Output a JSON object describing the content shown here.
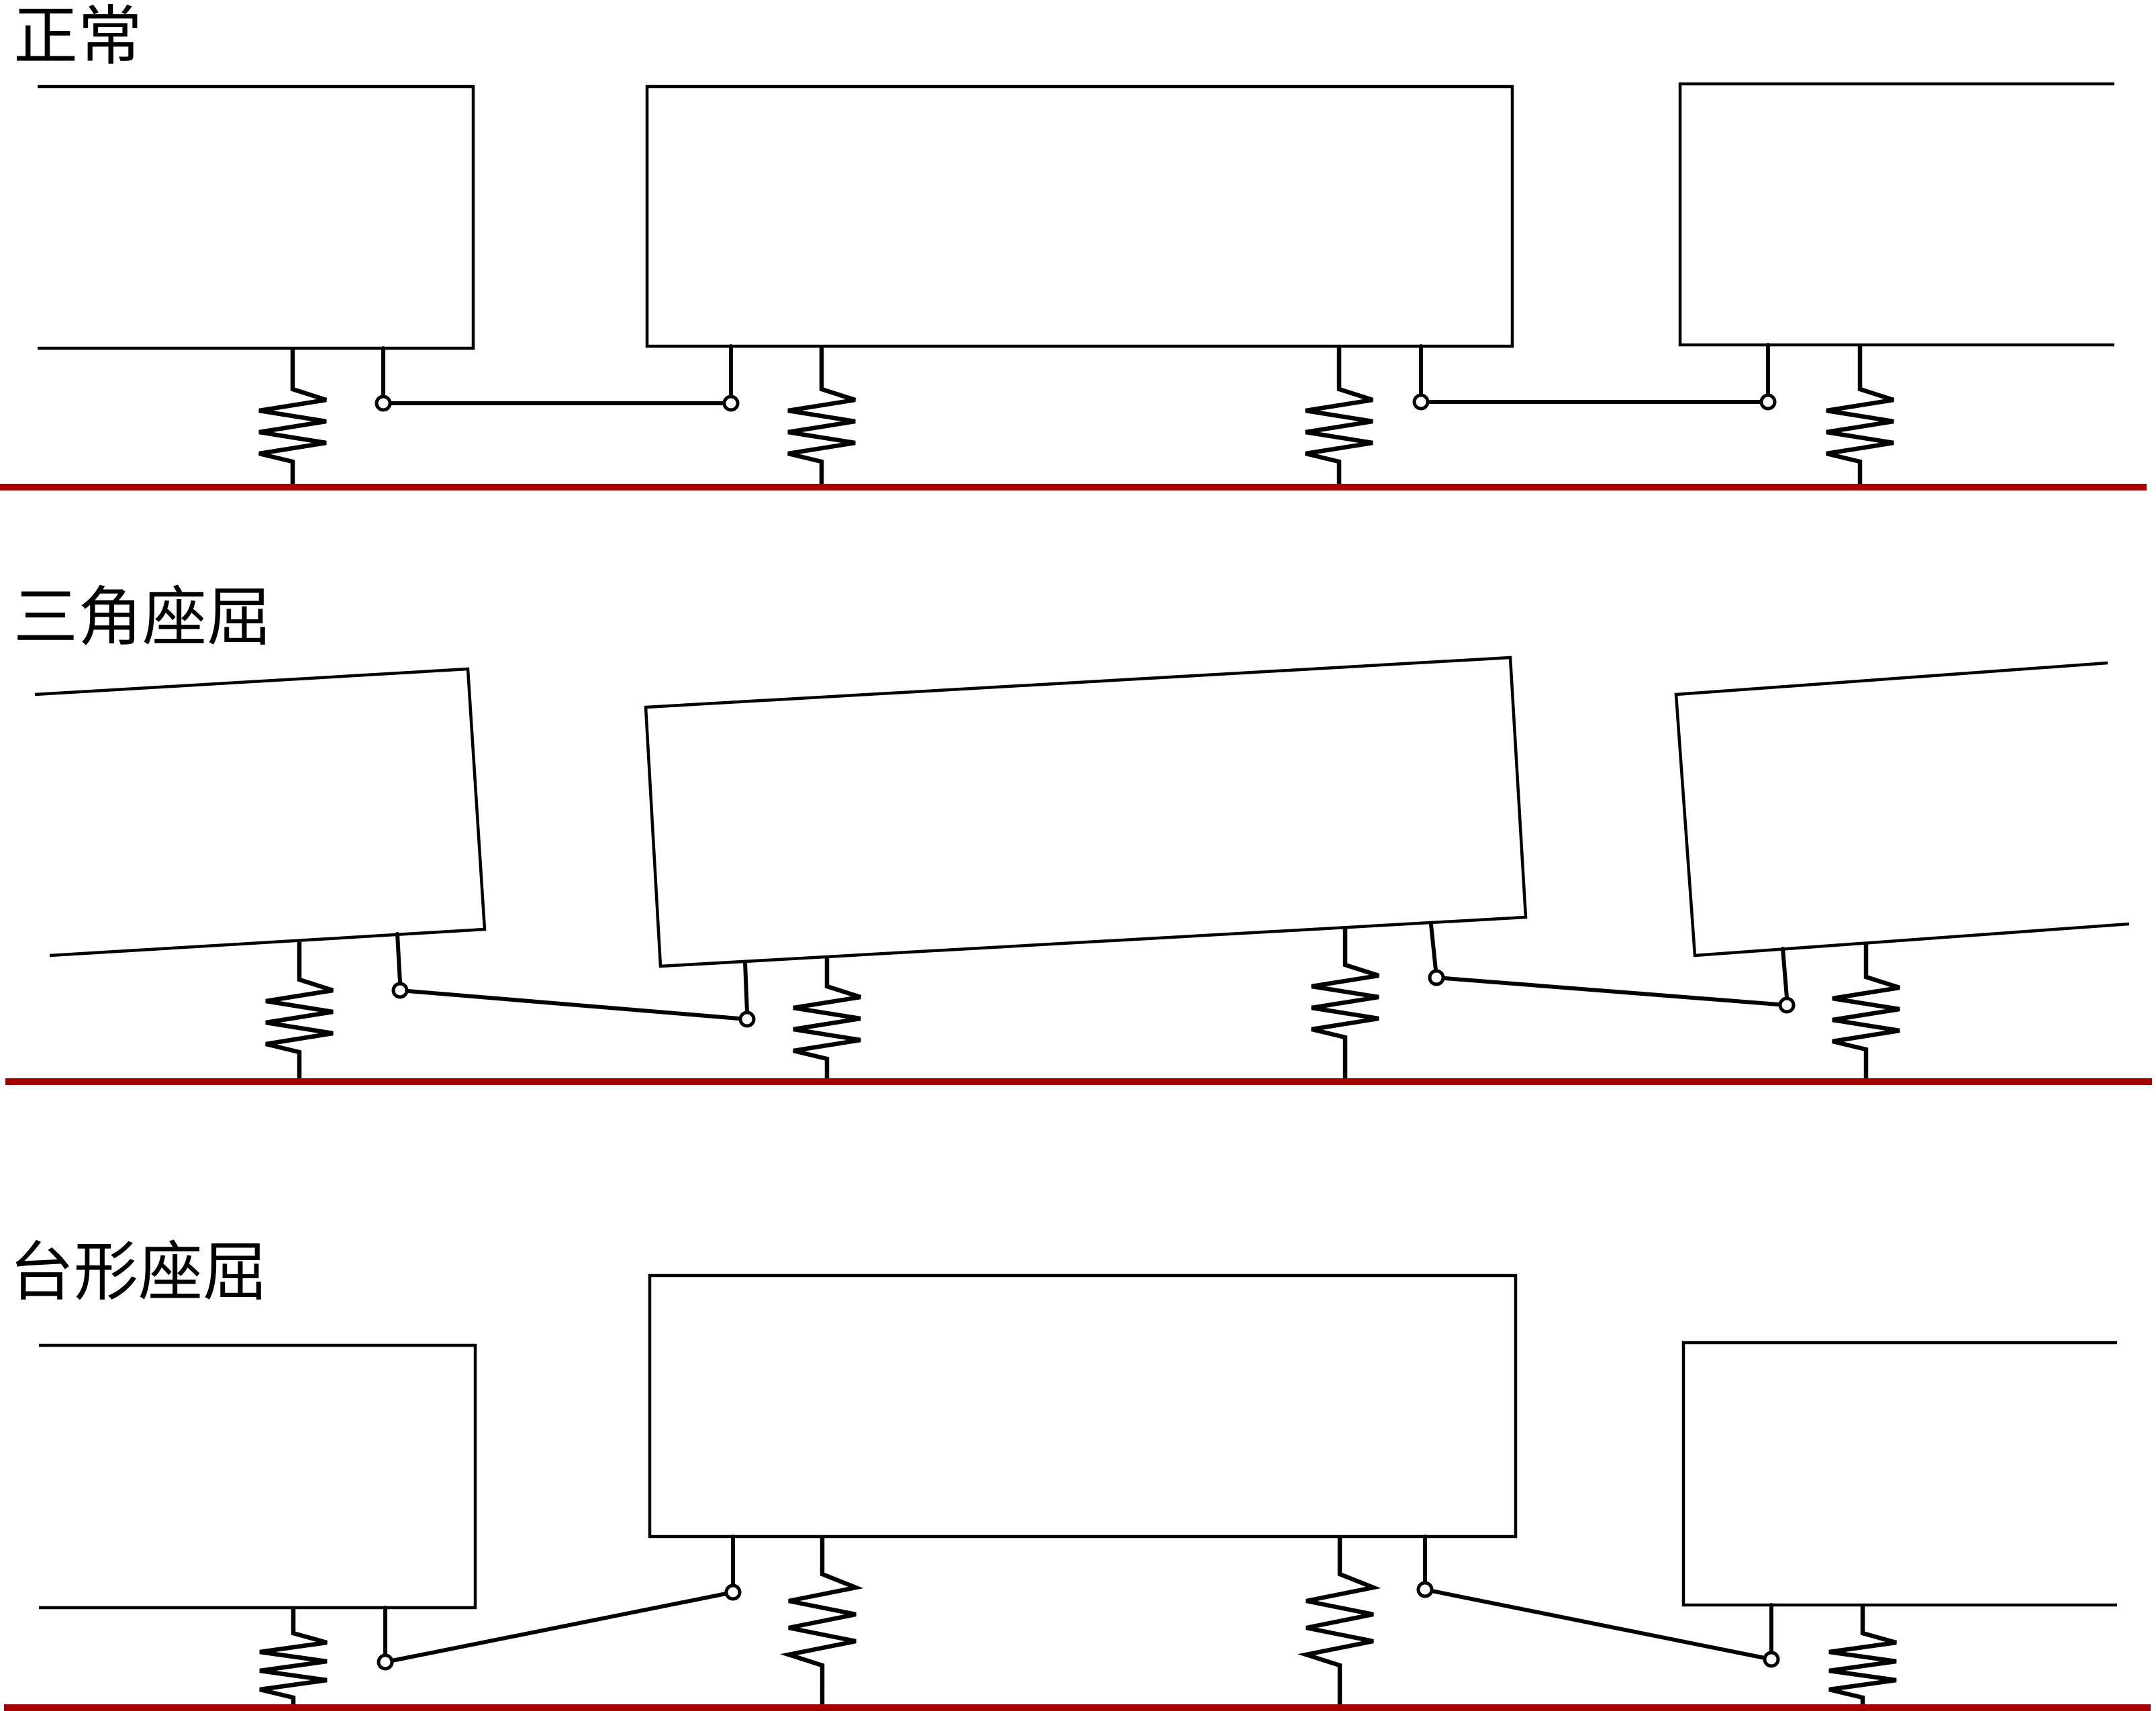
{
  "labels": {
    "normal": "正常",
    "triangular": "三角座屈",
    "trapezoid": "台形座屈"
  },
  "colors": {
    "rail": "#a50000",
    "line": "#000000",
    "background": "#ffffff"
  }
}
